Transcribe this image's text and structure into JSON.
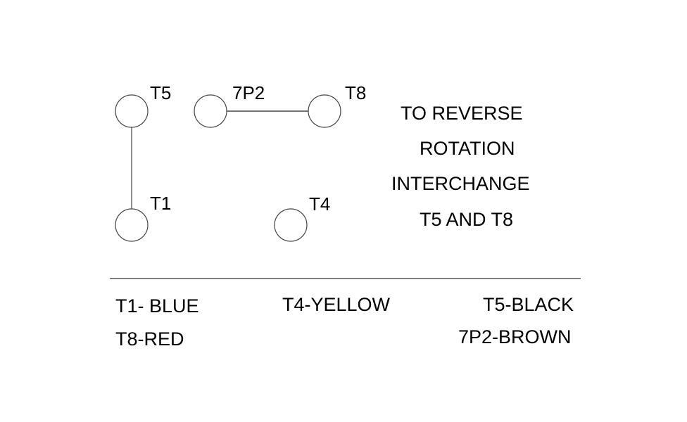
{
  "terminals": {
    "t5": "T5",
    "p7p2": "7P2",
    "t8": "T8",
    "t1": "T1",
    "t4": "T4"
  },
  "instruction": {
    "line1": "TO REVERSE",
    "line2": "ROTATION",
    "line3": "INTERCHANGE",
    "line4": "T5 AND T8"
  },
  "legend": {
    "t1": "T1- BLUE",
    "t8": "T8-RED",
    "t4": "T4-YELLOW",
    "t5": "T5-BLACK",
    "p7p2": "7P2-BROWN"
  }
}
